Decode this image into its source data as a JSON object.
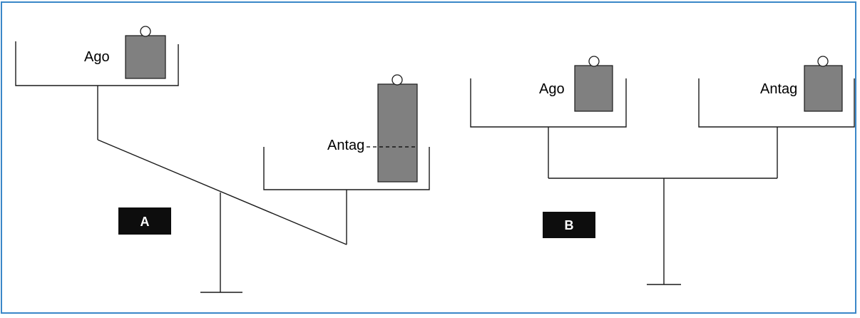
{
  "diagram_a": {
    "badge": "A",
    "agonist_label": "Ago",
    "antagonist_label": "Antag"
  },
  "diagram_b": {
    "badge": "B",
    "agonist_label": "Ago",
    "antagonist_label": "Antag"
  },
  "colors": {
    "frame": "#3a87c8",
    "weight": "#808080",
    "badge": "#0d0d0d",
    "line": "#1a1a1a"
  }
}
